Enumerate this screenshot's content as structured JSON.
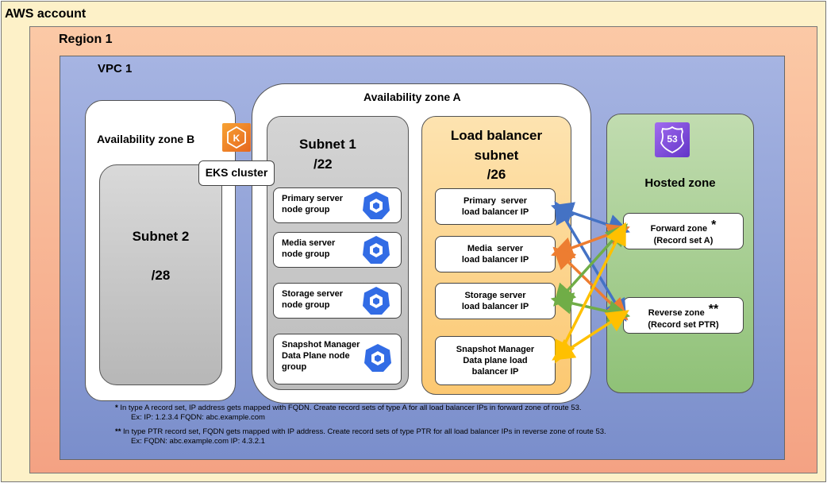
{
  "aws_account": "AWS account",
  "region": "Region 1",
  "vpc": "VPC 1",
  "az_a": "Availability zone A",
  "az_b": "Availability zone B",
  "eks_cluster": "EKS cluster",
  "subnet1": {
    "name": "Subnet 1",
    "cidr": "/22"
  },
  "subnet2": {
    "name": "Subnet 2",
    "cidr": "/28"
  },
  "lb_subnet": {
    "line1": "Load balancer",
    "line2": "subnet",
    "cidr": "/26"
  },
  "node_groups": [
    {
      "line1": "Primary server",
      "line2": "node group",
      "line3": ""
    },
    {
      "line1": "Media server",
      "line2": "node group",
      "line3": ""
    },
    {
      "line1": "Storage server",
      "line2": "node group",
      "line3": ""
    },
    {
      "line1": "Snapshot Manager",
      "line2": "Data Plane node",
      "line3": "group"
    }
  ],
  "lb_ips": [
    {
      "line1": "Primary  server",
      "line2": "load balancer IP",
      "line3": ""
    },
    {
      "line1": "Media  server",
      "line2": "load balancer IP",
      "line3": ""
    },
    {
      "line1": "Storage server",
      "line2": "load balancer IP",
      "line3": ""
    },
    {
      "line1": "Snapshot Manager",
      "line2": "Data plane load",
      "line3": "balancer IP"
    }
  ],
  "hosted_zone": "Hosted zone",
  "route53_badge": "53",
  "forward_zone": {
    "line1": "Forward zone",
    "mark": "*",
    "line2": "(Record set A)"
  },
  "reverse_zone": {
    "line1": "Reverse zone",
    "mark": "**",
    "line2": "(Record set PTR)"
  },
  "notes": [
    {
      "mark": "*",
      "text": "In type A record set, IP address gets mapped with FQDN. Create record sets of type A for all load balancer IPs in forward zone of route 53.",
      "example": "Ex: IP: 1.2.3.4 FQDN: abc.example.com"
    },
    {
      "mark": "**",
      "text": "In type PTR record set, FQDN gets mapped with IP address.  Create record sets of type PTR for all load balancer IPs in reverse zone of route 53.",
      "example": "Ex: FQDN: abc.example.com IP: 4.3.2.1"
    }
  ],
  "icons": {
    "eks": "eks-k-icon",
    "node": "kubernetes-node-icon",
    "route53": "route53-shield-icon"
  },
  "colors": {
    "account_bg": "#fdf1c8",
    "region_bg": "#f6b293",
    "vpc_bg": "#8fa2d6",
    "subnet_gray": "#c9c9c9",
    "lb_orange": "#fdd58f",
    "hosted_green": "#a5cc8e",
    "blue": "#4472c4",
    "orange": "#ed7d31",
    "green": "#70ad47",
    "yellow": "#ffc000"
  }
}
